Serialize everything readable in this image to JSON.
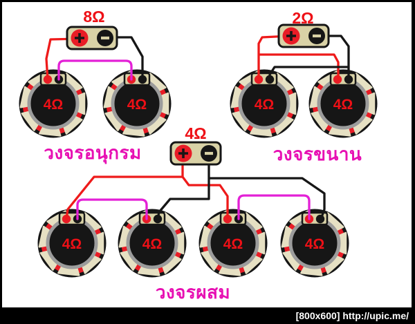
{
  "watermark": "[800x600] http://upic.me/",
  "colors": {
    "wire_red": "#ee1a1a",
    "wire_black": "#161616",
    "wire_magenta": "#e320d6",
    "impedance_red": "#ee1016",
    "circuit_label_pink": "#e710b3",
    "terminal_tan": "#d9d2a6",
    "speaker_red": "#e81c26",
    "speaker_gray_ring": "#9c9c9c"
  },
  "circuits": {
    "series": {
      "impedance": "8Ω",
      "name": "วงจรอนุกรม",
      "speakers": [
        {
          "label": "4Ω"
        },
        {
          "label": "4Ω"
        }
      ]
    },
    "parallel": {
      "impedance": "2Ω",
      "name": "วงจรขนาน",
      "speakers": [
        {
          "label": "4Ω"
        },
        {
          "label": "4Ω"
        }
      ]
    },
    "mixed": {
      "impedance": "4Ω",
      "name": "วงจรผสม",
      "speakers": [
        {
          "label": "4Ω"
        },
        {
          "label": "4Ω"
        },
        {
          "label": "4Ω"
        },
        {
          "label": "4Ω"
        }
      ]
    }
  }
}
